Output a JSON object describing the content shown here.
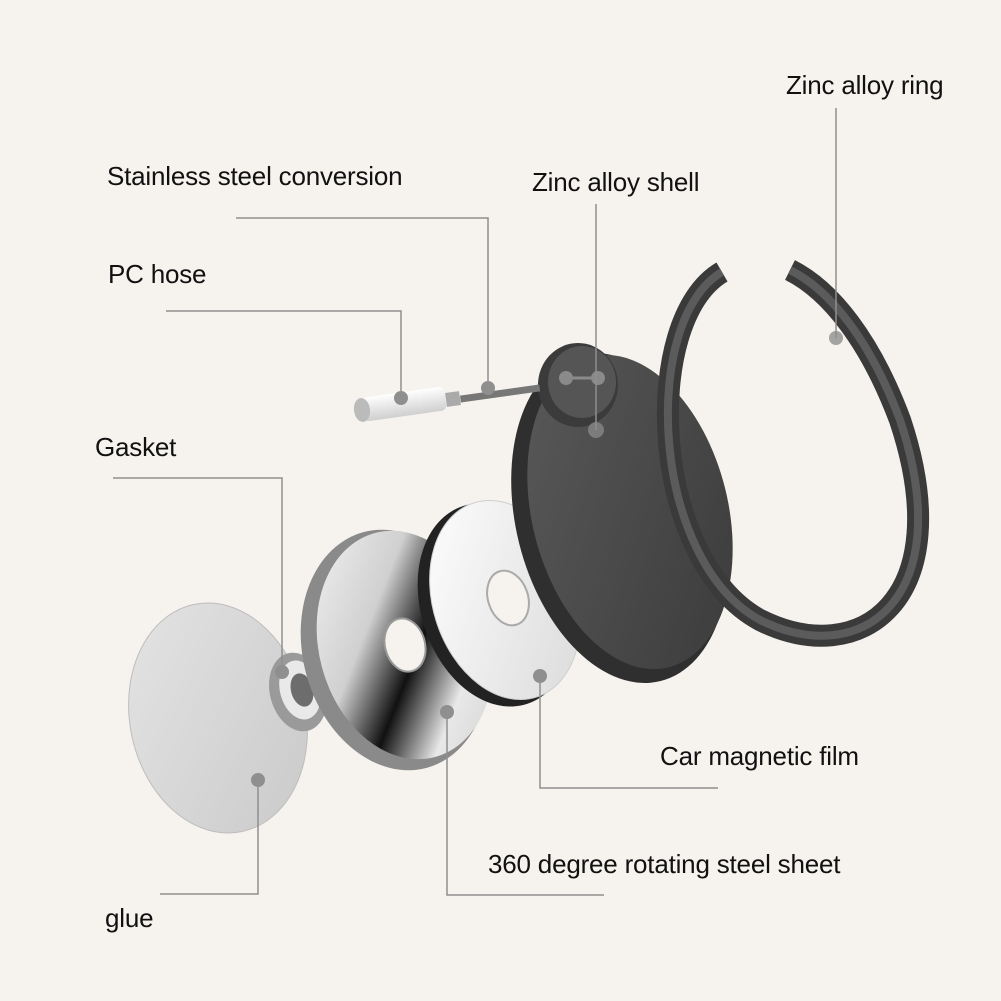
{
  "diagram": {
    "type": "exploded-view",
    "subject": "magnetic phone ring holder",
    "background": "#f6f2ee",
    "leader_color": "#8f8f8f",
    "labels": [
      {
        "id": "zinc-alloy-ring",
        "text": "Zinc alloy ring"
      },
      {
        "id": "stainless-steel-conversion",
        "text": "Stainless steel conversion"
      },
      {
        "id": "zinc-alloy-shell",
        "text": "Zinc alloy shell"
      },
      {
        "id": "pc-hose",
        "text": "PC hose"
      },
      {
        "id": "gasket",
        "text": "Gasket"
      },
      {
        "id": "car-magnetic-film",
        "text": "Car magnetic film"
      },
      {
        "id": "rotating-steel-sheet",
        "text": "360 degree rotating steel sheet"
      },
      {
        "id": "glue",
        "text": "glue"
      }
    ]
  }
}
